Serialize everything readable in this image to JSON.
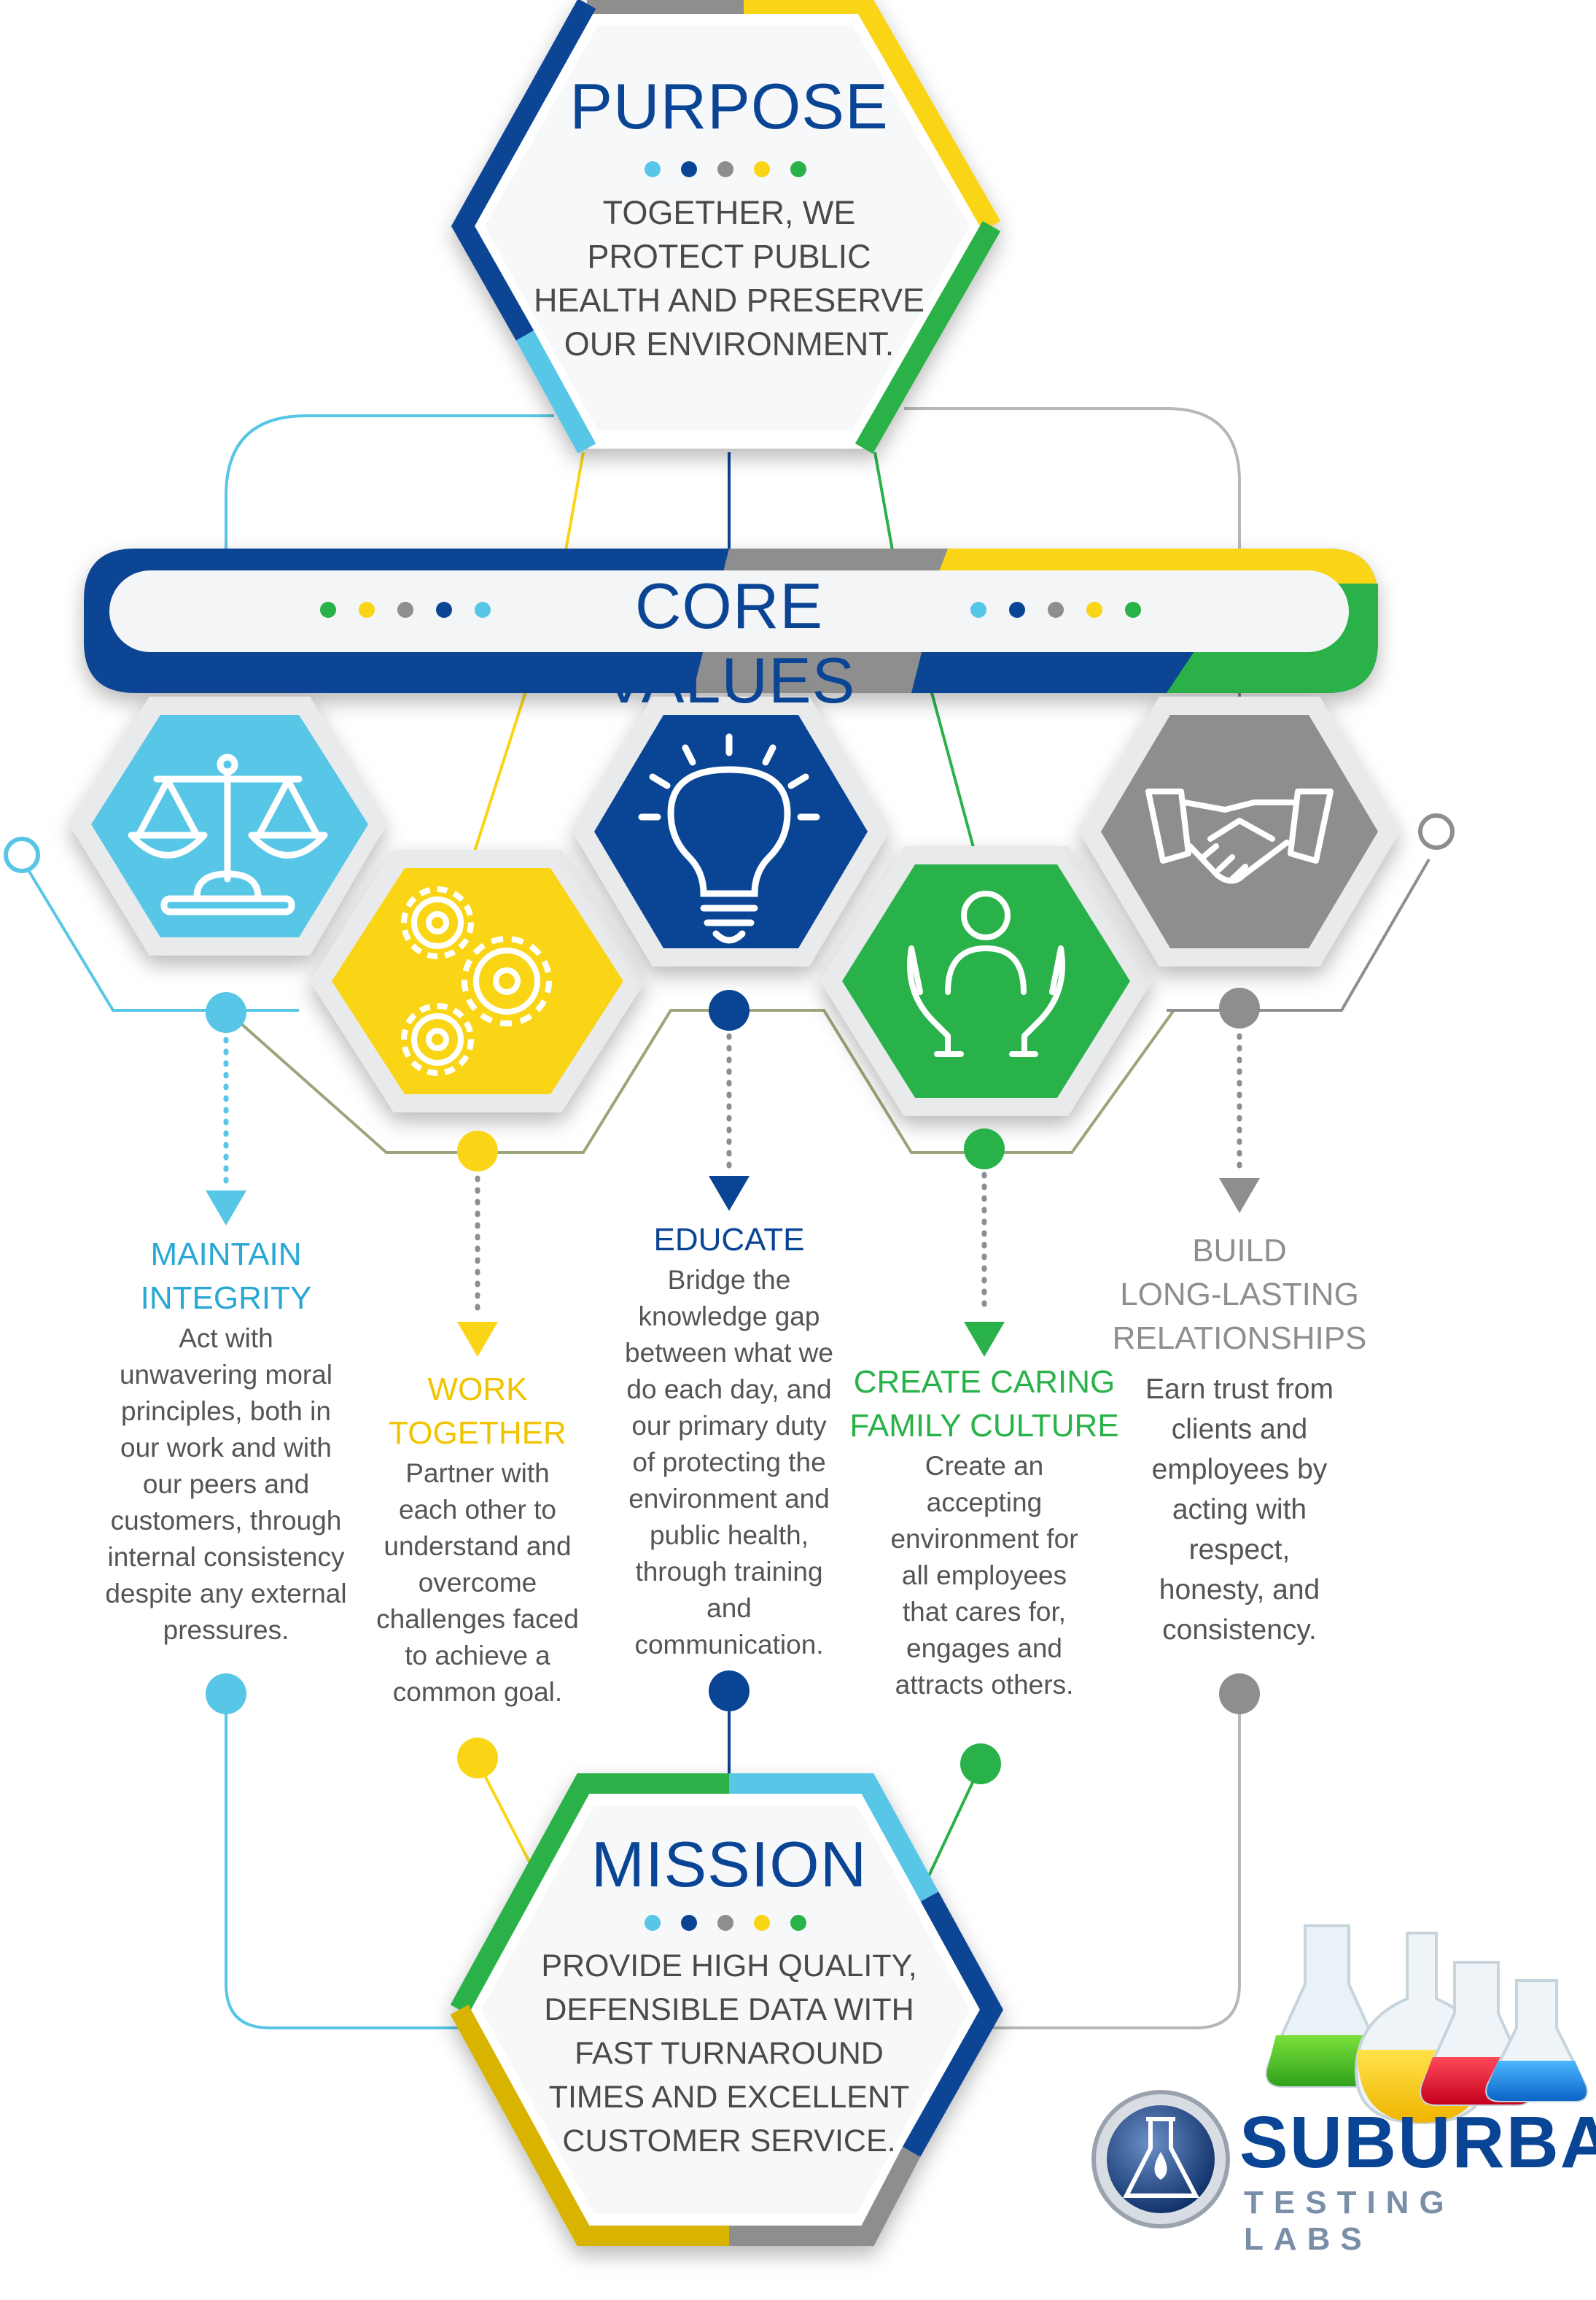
{
  "purpose": {
    "title": "PURPOSE",
    "lines": [
      "TOGETHER, WE",
      "PROTECT PUBLIC",
      "HEALTH AND PRESERVE",
      "OUR ENVIRONMENT."
    ]
  },
  "core_values": {
    "title": "CORE VALUES"
  },
  "values": [
    {
      "title_lines": [
        "MAINTAIN",
        "INTEGRITY"
      ],
      "icon": "scales-of-justice-icon",
      "color": "#58c6e6",
      "desc_lines": [
        "Act with",
        "unwavering moral",
        "principles, both in",
        "our work and with",
        "our peers and",
        "customers, through",
        "internal consistency",
        "despite any external",
        "pressures."
      ]
    },
    {
      "title_lines": [
        "WORK",
        "TOGETHER"
      ],
      "icon": "gears-icon",
      "color": "#f9d515",
      "desc_lines": [
        "Partner with",
        "each other to",
        "understand and",
        "overcome",
        "challenges faced",
        "to achieve a",
        "common goal."
      ]
    },
    {
      "title_lines": [
        "EDUCATE"
      ],
      "icon": "lightbulb-icon",
      "color": "#0a4595",
      "desc_lines": [
        "Bridge the",
        "knowledge gap",
        "between what we",
        "do each day, and",
        "our primary duty",
        "of protecting the",
        "environment and",
        "public health,",
        "through training",
        "and",
        "communication."
      ]
    },
    {
      "title_lines": [
        "CREATE CARING",
        "FAMILY CULTURE"
      ],
      "icon": "caring-hands-person-icon",
      "color": "#2ab24a",
      "desc_lines": [
        "Create an",
        "accepting",
        "environment for",
        "all employees",
        "that cares for,",
        "engages and",
        "attracts others."
      ]
    },
    {
      "title_lines": [
        "BUILD",
        "LONG-LASTING",
        "RELATIONSHIPS"
      ],
      "icon": "handshake-icon",
      "color": "#8e8e8e",
      "desc_lines": [
        "Earn trust from",
        "clients and",
        "employees by",
        "acting with",
        "respect,",
        "honesty, and",
        "consistency."
      ]
    }
  ],
  "mission": {
    "title": "MISSION",
    "lines": [
      "PROVIDE HIGH QUALITY,",
      "DEFENSIBLE DATA WITH",
      "FAST TURNAROUND",
      "TIMES AND EXCELLENT",
      "CUSTOMER SERVICE."
    ]
  },
  "brand": {
    "name": "SUBURBAN",
    "tagline": "TESTING LABS",
    "logo_icon": "flask-drop-logo-icon",
    "flasks_icon": "colored-flasks-icon"
  },
  "colors": {
    "light_blue": "#58c6e6",
    "navy": "#0a4595",
    "gray": "#8e8e8e",
    "yellow": "#f9d515",
    "green": "#2ab24a"
  }
}
